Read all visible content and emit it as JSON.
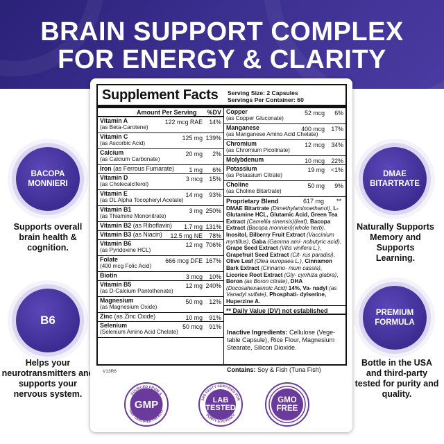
{
  "headline": {
    "line1": "BRAIN SUPPORT COMPLEX",
    "line2": "FOR ENERGY & CLARITY"
  },
  "left_badges": [
    {
      "label": "BACOPA MONNIERI",
      "text": "Supports overall brain health & cognition."
    },
    {
      "label": "B6",
      "text": "Helps your neurotransmitters and supports your nervous system."
    }
  ],
  "right_badges": [
    {
      "label": "DMAE BITARTRATE",
      "text": "Naturally Supports Memory and Supports Learning."
    },
    {
      "label": "PREMIUM FORMULA",
      "text": "Bottle in the USA and third-party tested for purity and quality."
    }
  ],
  "facts": {
    "title": "Supplement Facts",
    "serving_size": "Serving Size: 2 Capsules",
    "servings_per_container": "Servings Per Container: 60",
    "col_amount": "Amount Per Serving",
    "col_dv": "%DV",
    "left_rows": [
      {
        "name": "Vitamin A",
        "source": "(as Beta-Carotene)",
        "amount": "122 mcg RAE",
        "dv": "14%"
      },
      {
        "name": "Vitamin C",
        "source": "(as Ascorbic Acid)",
        "amount": "125 mg",
        "dv": "139%"
      },
      {
        "name": "Calcium",
        "source": "(as Calcium Carbonate)",
        "amount": "20 mg",
        "dv": "2%"
      },
      {
        "name": "Iron",
        "source": "(as Ferrous Fumarate)",
        "amount": "1 mg",
        "dv": "6%",
        "inline": true
      },
      {
        "name": "Vitamin D",
        "source": "(as Cholecalciferol)",
        "amount": "3 mcg",
        "dv": "15%"
      },
      {
        "name": "Vitamin E",
        "source": "(as DL Alpha Tocopheryl Acetate)",
        "amount": "14 mg",
        "dv": "93%"
      },
      {
        "name": "Vitamin B1",
        "source": "(as Thiamine Mononitrate)",
        "amount": "3 mg",
        "dv": "250%"
      },
      {
        "name": "Vitamin B2",
        "source": "(as Riboflavin)",
        "amount": "1.7 mg",
        "dv": "131%",
        "inline": true
      },
      {
        "name": "Vitamin B3",
        "source": "(as Niacin)",
        "amount": "12.5 mg NE",
        "dv": "78%",
        "inline": true
      },
      {
        "name": "Vitamin B6",
        "source": "(as Pyridoxine HCL)",
        "amount": "12 mg",
        "dv": "706%"
      },
      {
        "name": "Folate",
        "source": "(400 mcg Folic Acid)",
        "amount": "666 mcg DFE",
        "dv": "167%"
      },
      {
        "name": "Biotin",
        "source": "",
        "amount": "3 mcg",
        "dv": "10%"
      },
      {
        "name": "Vitamin B5",
        "source": "(as D-Calcium Pantothenate)",
        "amount": "12 mg",
        "dv": "240%"
      },
      {
        "name": "Magnesium",
        "source": "(as Magnesium Oxide)",
        "amount": "50 mg",
        "dv": "12%"
      },
      {
        "name": "Zinc",
        "source": "(as Zinc Oxide)",
        "amount": "10 mg",
        "dv": "91%",
        "inline": true
      },
      {
        "name": "Selenium",
        "source": "(Selenium Amino Acid Chelate)",
        "amount": "50 mcg",
        "dv": "91%"
      }
    ],
    "right_rows": [
      {
        "name": "Copper",
        "source": "(as Copper Gluconate)",
        "amount": "52 mcg",
        "dv": "6%"
      },
      {
        "name": "Manganese",
        "source": "(as Manganese Amino Acid Chelate)",
        "amount": "400 mcg",
        "dv": "17%"
      },
      {
        "name": "Chromium",
        "source": "(as Chromium Picolinate)",
        "amount": "12 mcg",
        "dv": "34%"
      },
      {
        "name": "Molybdenum",
        "source": "",
        "amount": "10 mcg",
        "dv": "22%"
      },
      {
        "name": "Potassium",
        "source": "(as Potassium Citrate)",
        "amount": "19 mg",
        "dv": "<1%"
      },
      {
        "name": "Choline",
        "source": "(as Choline Bitartrate)",
        "amount": "50 mg",
        "dv": "9%"
      }
    ],
    "blend": {
      "name": "Proprietary Blend",
      "amount": "617 mg",
      "dv": "**",
      "text_html": "<b>DMAE Bitartrate</b> <i>(Dimethylaminoethanol)</i>, <b>L-Glutamine HCL, Glutamic Acid, Green Tea Extract</b> <i>(Camellia sinensis)(leaf)</i>, <b>Bacopa Extract</b> <i>(Bacopa monnieri)(whole herb)</i>, <b>Inositol, Bilberry Fruit Extract</b> <i>(Vaccinium myrtillus)</i>, <b>Gaba</b> <i>(Gamma ami- nobutyric acid)</i>, <b>Grape Seed Extract</b> <i>(Vitis vinifera L.)</i>, <b>Grapefruit Seed Extract</b> <i>(Cit- rus paradisi)</i>, <b>Olive Leaf</b> <i>(Olea europaea L.)</i>, <b>Cinnamon Bark Extract</b> <i>(Cinnamo- mum cassia)</i>, <b>Licorice Root Extract</b> <i>(Gly- cyrrhiza glabra)</i>, <b>Boron</b> <i>(as Boron citrate)</i>, <b>DHA</b> <i>(Docosahexaenoic Acid)</i> <b>14%, Va- nadyl</b> <i>(as Vanadyl sulfate)</i>, <b>Phosphati- dylserine, Huperzine A.</b>"
    },
    "dv_note": "** Daily Value (DV) not established",
    "inactive_label": "Inactive Ingredients:",
    "inactive_text": "Cellulose (Vege- table Capsule), Rice Flour, Magnesium Stearate, Silicon Dioxide.",
    "contains_label": "Contains:",
    "contains_text": "Soy & Fish (Tuna Fish)",
    "code": "V13R6"
  },
  "seals": [
    {
      "name": "gmp-seal",
      "main": "GMP",
      "ring_top": "SOURCED FROM A",
      "ring_bottom": "GMP CERTIFIED FACILITY"
    },
    {
      "name": "lab-tested-seal",
      "main": "LAB TESTED",
      "ring_top": "3RD PARTY CERTIFIED FOR",
      "ring_bottom": "PURITY & POTENCY"
    },
    {
      "name": "gmo-free-seal",
      "main": "GMO FREE",
      "ring_top": "",
      "ring_bottom": ""
    }
  ],
  "colors": {
    "header": "#2f2585",
    "badge": "#3d2d92",
    "seal": "#6a3a9c"
  }
}
